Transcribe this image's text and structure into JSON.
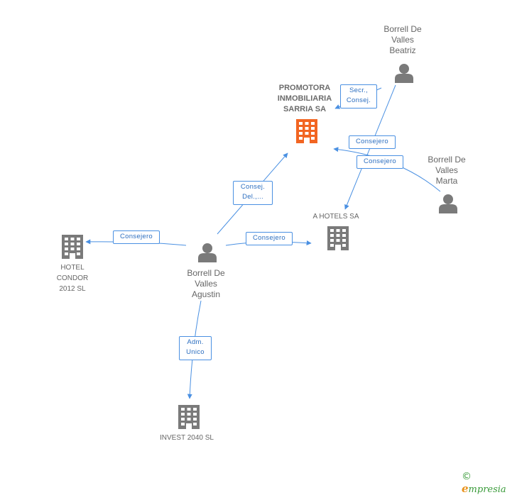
{
  "colors": {
    "edge": "#4a90e2",
    "company_icon": "#7a7a7a",
    "main_company_icon": "#f26522",
    "person_icon": "#7a7a7a",
    "logo_green": "#3a9b3a",
    "logo_orange": "#e8911b"
  },
  "nodes": {
    "promotora": {
      "label": "PROMOTORA\nINMOBILIARIA\nSARRIA SA",
      "icon": "building-icon"
    },
    "a_hotels": {
      "label": "A HOTELS SA",
      "icon": "building-icon"
    },
    "hotel_condor": {
      "label": "HOTEL\nCONDOR\n2012 SL",
      "icon": "building-icon"
    },
    "invest_2040": {
      "label": "INVEST 2040  SL",
      "icon": "building-icon"
    },
    "beatriz": {
      "label": "Borrell De\nValles\nBeatriz",
      "icon": "person-icon"
    },
    "marta": {
      "label": "Borrell De\nValles\nMarta",
      "icon": "person-icon"
    },
    "agustin": {
      "label": "Borrell De\nValles\nAgustin",
      "icon": "person-icon"
    }
  },
  "edges": {
    "beatriz_promotora": "Secr.,\nConsej.",
    "beatriz_ahotels": "Consejero",
    "marta_promotora": "Consejero",
    "agustin_promotora": "Consej.\nDel.,...",
    "agustin_condor": "Consejero",
    "agustin_ahotels": "Consejero",
    "agustin_invest": "Adm.\nUnico"
  },
  "footer": {
    "copyright": "©",
    "brand_initial": "e",
    "brand_rest": "mpresia"
  }
}
